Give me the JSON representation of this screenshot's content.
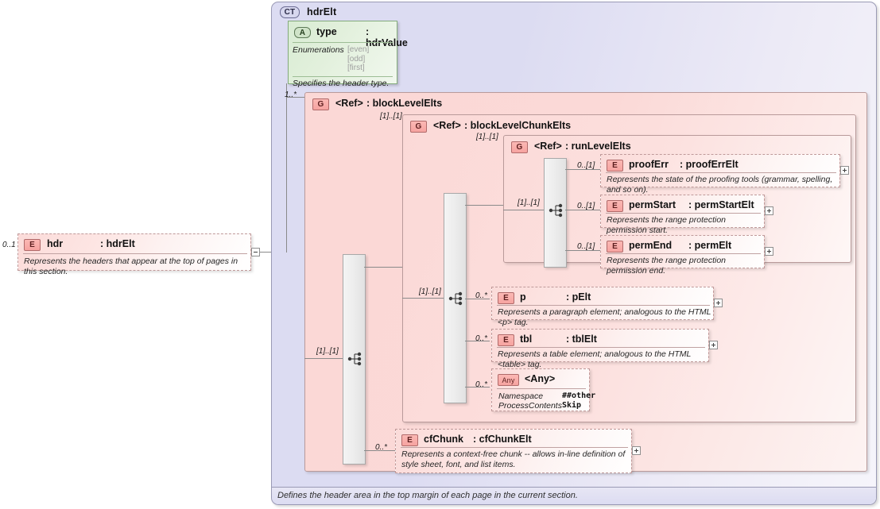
{
  "diagram": {
    "kind": "xsd-schema-diagram",
    "colors": {
      "complex_type_fill": "#dcdcf2",
      "complex_type_border": "#9a9ab5",
      "attribute_fill": "#dfeeda",
      "attribute_border": "#84ab7c",
      "group_fill": "#fbd8d6",
      "group_border": "#b99a9a",
      "element_fill": "#fde6e4",
      "element_border": "#c09a9a",
      "connector_line": "#8a8a8a"
    }
  },
  "root_element": {
    "badge": "E",
    "name": "hdr",
    "type": ": hdrElt",
    "cardinality": "0..1",
    "documentation": "Represents the headers that appear at the top of pages in this section.",
    "expander": "minus"
  },
  "complex_type": {
    "badge": "CT",
    "title": "hdrElt",
    "documentation": "Defines the header area in the top margin of each page in the current section."
  },
  "attribute": {
    "badge": "A",
    "name": "type",
    "type": ": hdrValue",
    "facet_label": "Enumerations",
    "enumerations": [
      "[even]",
      "[odd]",
      "[first]"
    ],
    "documentation": "Specifies the header type."
  },
  "groups": [
    {
      "badge": "G",
      "ref": "<Ref>",
      "type": ": blockLevelElts",
      "cardinality": "1..*"
    },
    {
      "badge": "G",
      "ref": "<Ref>",
      "type": ": blockLevelChunkElts",
      "cardinality": "[1]..[1]"
    },
    {
      "badge": "G",
      "ref": "<Ref>",
      "type": ": runLevelElts",
      "cardinality": "[1]..[1]"
    }
  ],
  "connector_cardinalities": {
    "outer_sequence": "[1]..[1]",
    "block_chunk_sequence": "[1]..[1]",
    "run_level_sequence": "[1]..[1]"
  },
  "run_level_elements": [
    {
      "badge": "E",
      "name": "proofErr",
      "type": ": proofErrElt",
      "cardinality": "0..[1]",
      "documentation": "Represents the state of the proofing tools (grammar, spelling, and so on).",
      "expander": "plus"
    },
    {
      "badge": "E",
      "name": "permStart",
      "type": ": permStartElt",
      "cardinality": "0..[1]",
      "documentation": "Represents the range protection permission start.",
      "expander": "plus"
    },
    {
      "badge": "E",
      "name": "permEnd",
      "type": ": permElt",
      "cardinality": "0..[1]",
      "documentation": "Represents the range protection permission end.",
      "expander": "plus"
    }
  ],
  "block_chunk_elements": [
    {
      "badge": "E",
      "name": "p",
      "type": ": pElt",
      "cardinality": "0..*",
      "documentation": "Represents a paragraph element; analogous to the HTML <p> tag.",
      "expander": "plus"
    },
    {
      "badge": "E",
      "name": "tbl",
      "type": ": tblElt",
      "cardinality": "0..*",
      "documentation": "Represents a table element; analogous to the HTML <table> tag.",
      "expander": "plus"
    }
  ],
  "any_element": {
    "badge": "Any",
    "name": "<Any>",
    "cardinality": "0..*",
    "namespace_label": "Namespace",
    "namespace_value": "##other",
    "process_contents_label": "ProcessContents",
    "process_contents_value": "Skip"
  },
  "block_level_elements": [
    {
      "badge": "E",
      "name": "cfChunk",
      "type": ": cfChunkElt",
      "cardinality": "0..*",
      "documentation": "Represents a context-free chunk -- allows in-line definition of style sheet, font, and list items.",
      "expander": "plus"
    }
  ]
}
